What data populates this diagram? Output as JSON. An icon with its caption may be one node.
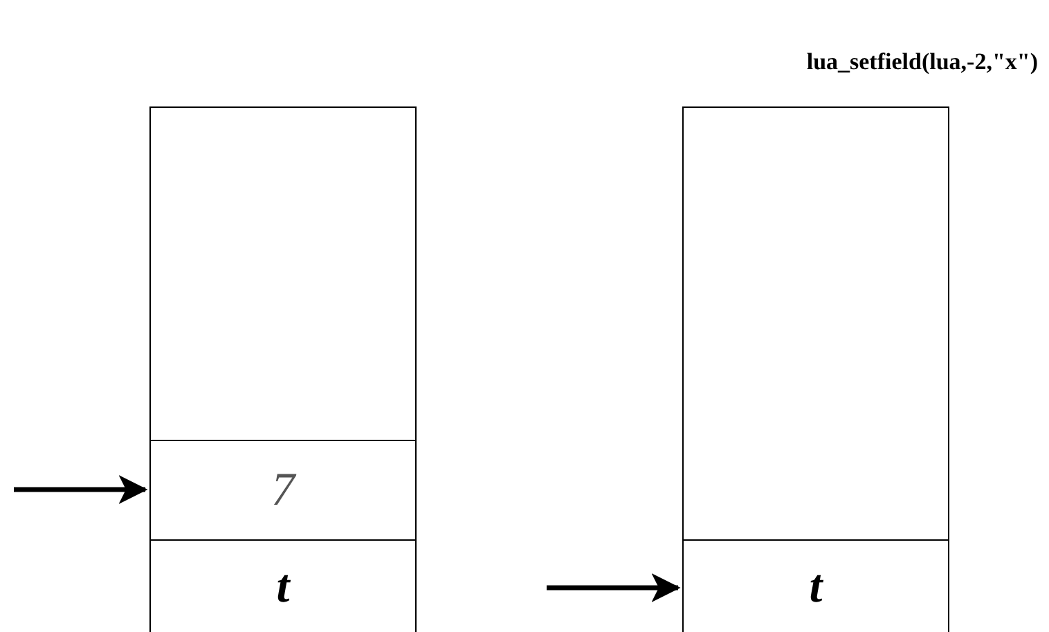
{
  "diagram": {
    "title": "lua_setfield(lua,-2,\"x\")",
    "nodes": [
      {
        "text": [],
        "shape": "box"
      },
      {
        "text": [
          "7"
        ]
      },
      {
        "text": [
          "t"
        ]
      },
      {
        "text": [],
        "shape": "box"
      },
      {
        "text": [
          "t"
        ]
      }
    ],
    "edges": [
      {
        "from": null,
        "to": 1,
        "arrow": "to"
      },
      {
        "from": null,
        "to": 4,
        "arrow": "to"
      }
    ]
  }
}
